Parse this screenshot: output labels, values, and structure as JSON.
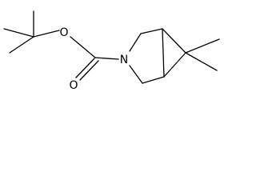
{
  "molecule": {
    "atoms": {
      "oxygen_ether": "O",
      "oxygen_carbonyl": "O",
      "nitrogen": "N"
    },
    "colors": {
      "bond": "#000000",
      "label": "#000000",
      "background": "#ffffff"
    }
  }
}
